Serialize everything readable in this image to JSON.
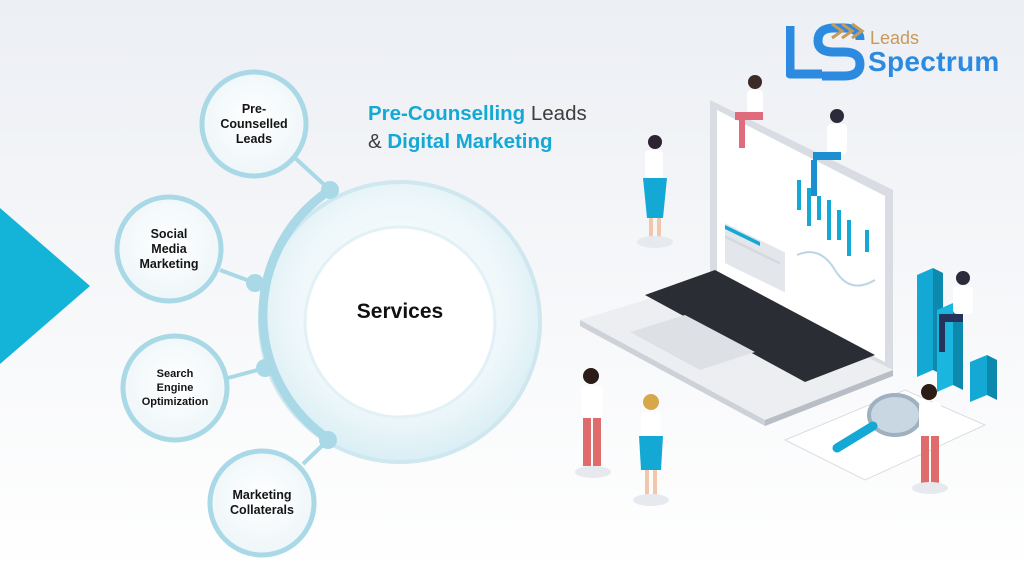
{
  "headline": {
    "part1_highlight": "Pre-Counselling",
    "part1_rest": " Leads",
    "part2_prefix": "& ",
    "part2_highlight": "Digital Marketing"
  },
  "logo": {
    "leads": "Leads",
    "spectrum": "Spectrum"
  },
  "diagram": {
    "center": "Services",
    "nodes": [
      {
        "line1": "Pre-",
        "line2": "Counselled",
        "line3": "Leads"
      },
      {
        "line1": "Social",
        "line2": "Media",
        "line3": "Marketing"
      },
      {
        "line1": "Search",
        "line2": "Engine",
        "line3": "Optimization"
      },
      {
        "line1": "Marketing",
        "line2": "Collaterals",
        "line3": ""
      }
    ]
  },
  "colors": {
    "accent": "#14a9d5",
    "brand_blue": "#2c8be0",
    "brand_gold": "#c89a5a",
    "node_ring": "#a9d8e6",
    "triangle": "#13b4d8"
  }
}
